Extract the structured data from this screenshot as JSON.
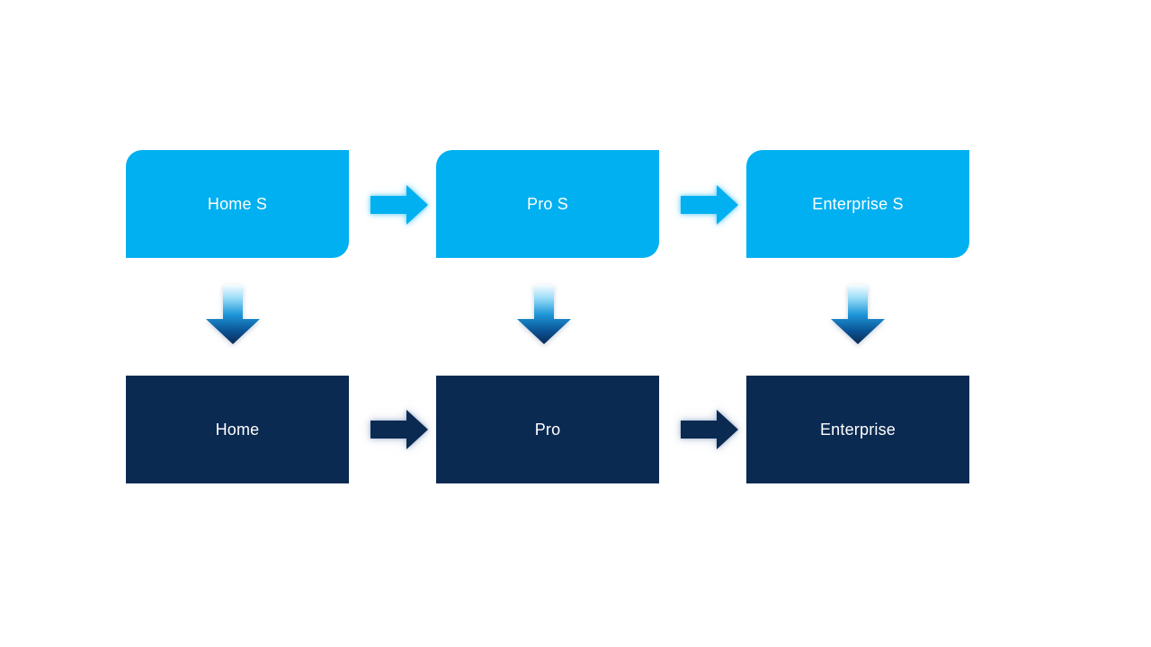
{
  "diagram": {
    "top_row": {
      "items": [
        {
          "label": "Home S"
        },
        {
          "label": "Pro S"
        },
        {
          "label": "Enterprise S"
        }
      ]
    },
    "bottom_row": {
      "items": [
        {
          "label": "Home"
        },
        {
          "label": "Pro"
        },
        {
          "label": "Enterprise"
        }
      ]
    },
    "icons": {
      "right_arrow": "block-arrow-right",
      "down_arrow": "block-arrow-down"
    },
    "colors": {
      "top_box": "#00B0F0",
      "bottom_box": "#0B2A52",
      "label_text": "#FFFFFF",
      "down_arrow_gradient_top": "#F7FCFF",
      "down_arrow_gradient_mid": "#1E96D8",
      "down_arrow_gradient_bottom": "#0C2B55"
    }
  }
}
